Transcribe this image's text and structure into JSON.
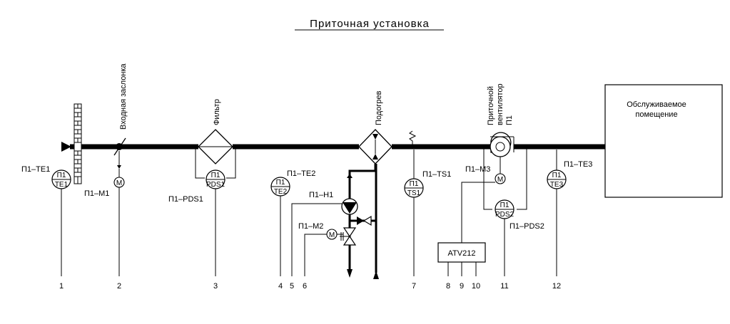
{
  "title": "Приточная установка",
  "components": {
    "damper": "Входная заслонка",
    "filter": "Фильтр",
    "heater": "Подогрев",
    "fan": [
      "Приточной",
      "вентилятор",
      "П1"
    ],
    "room": [
      "Обслуживаемое",
      "помещение"
    ]
  },
  "instruments": {
    "te1": {
      "top": "П1",
      "bottom": "TE1",
      "tag": "П1–TE1"
    },
    "pds1": {
      "top": "П1",
      "bottom": "PDS1",
      "tag": "П1–PDS1"
    },
    "te2": {
      "top": "П1",
      "bottom": "TE2",
      "tag": "П1–TE2"
    },
    "ts1": {
      "top": "П1",
      "bottom": "TS1",
      "tag": "П1–TS1"
    },
    "te3": {
      "top": "П1",
      "bottom": "TE3",
      "tag": "П1–TE3"
    },
    "pds2": {
      "top": "П1",
      "bottom": "PDS2",
      "tag": "П1–PDS2"
    }
  },
  "motors": {
    "m1": {
      "symbol": "M",
      "tag": "П1–M1"
    },
    "m2": {
      "symbol": "M",
      "tag": "П1–M2"
    },
    "m3": {
      "symbol": "M",
      "tag": "П1–M3"
    }
  },
  "pump_tag": "П1–H1",
  "drive": "ATV212",
  "lines": [
    "1",
    "2",
    "3",
    "4",
    "5",
    "6",
    "7",
    "8",
    "9",
    "10",
    "11",
    "12"
  ]
}
